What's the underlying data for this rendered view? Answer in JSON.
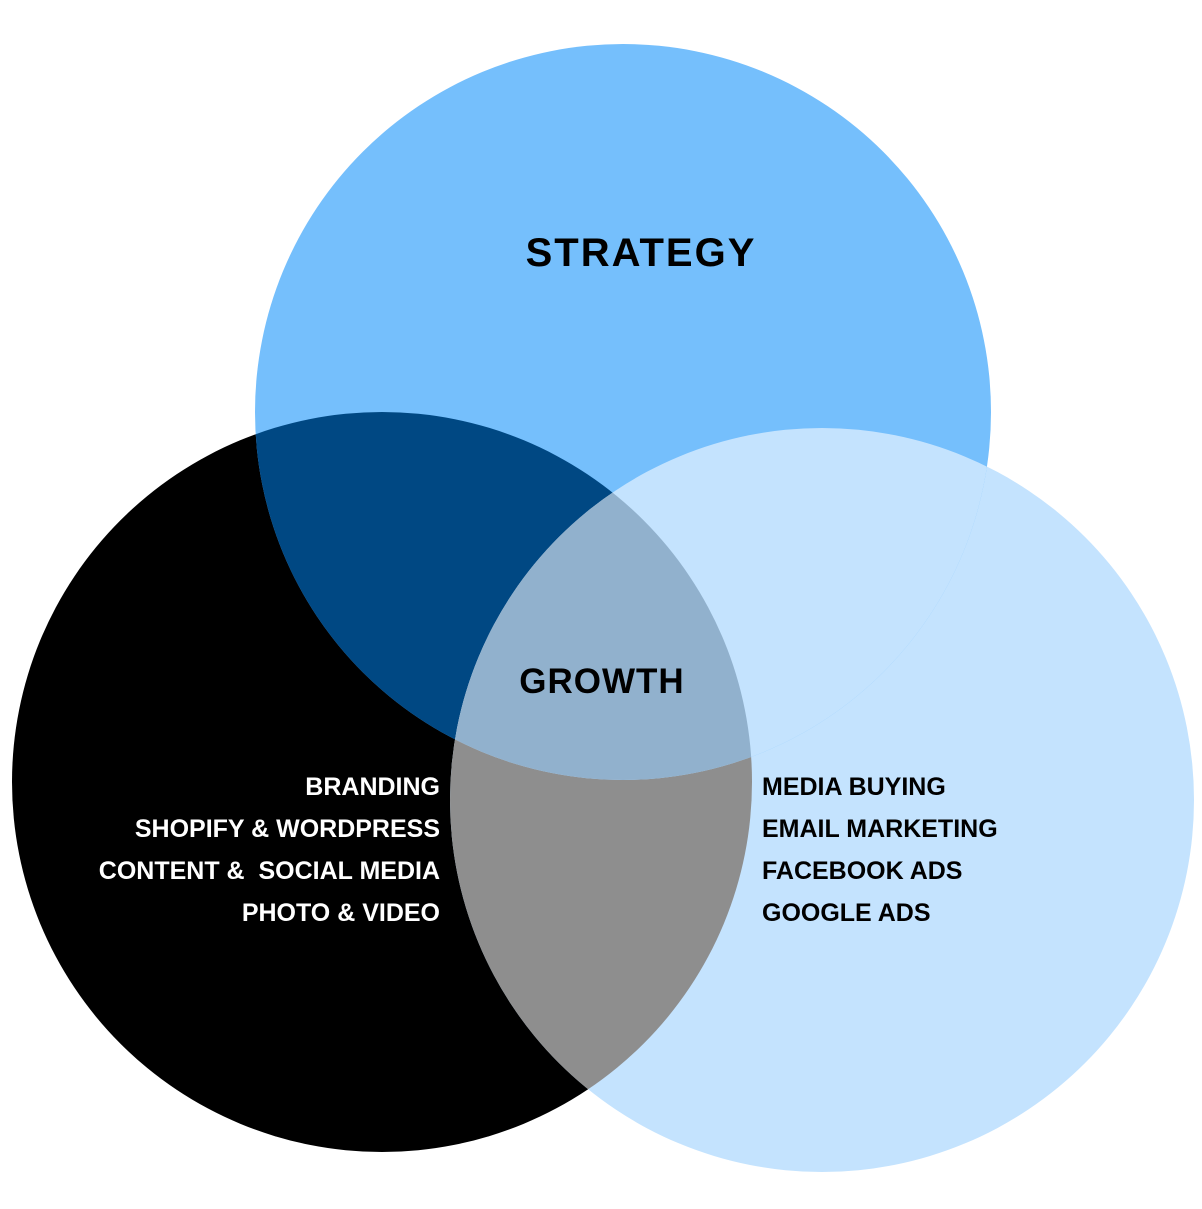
{
  "diagram": {
    "type": "venn",
    "colors": {
      "strategy_circle": "#75bffc",
      "dark_circle": "#000000",
      "light_circle": "#c4e3fe",
      "strategy_dark_overlap": "#004883",
      "dark_light_overlap": "#8e8e8e",
      "center_overlap": "#91b1cd",
      "white_text": "#ffffff",
      "black_text": "#000000"
    },
    "labels": {
      "top": "STRATEGY",
      "center": "GROWTH"
    },
    "left_items": [
      "BRANDING",
      "SHOPIFY & WORDPRESS",
      "CONTENT &  SOCIAL MEDIA",
      "PHOTO & VIDEO"
    ],
    "right_items": [
      "MEDIA BUYING",
      "EMAIL MARKETING",
      "FACEBOOK ADS",
      "GOOGLE ADS"
    ]
  }
}
